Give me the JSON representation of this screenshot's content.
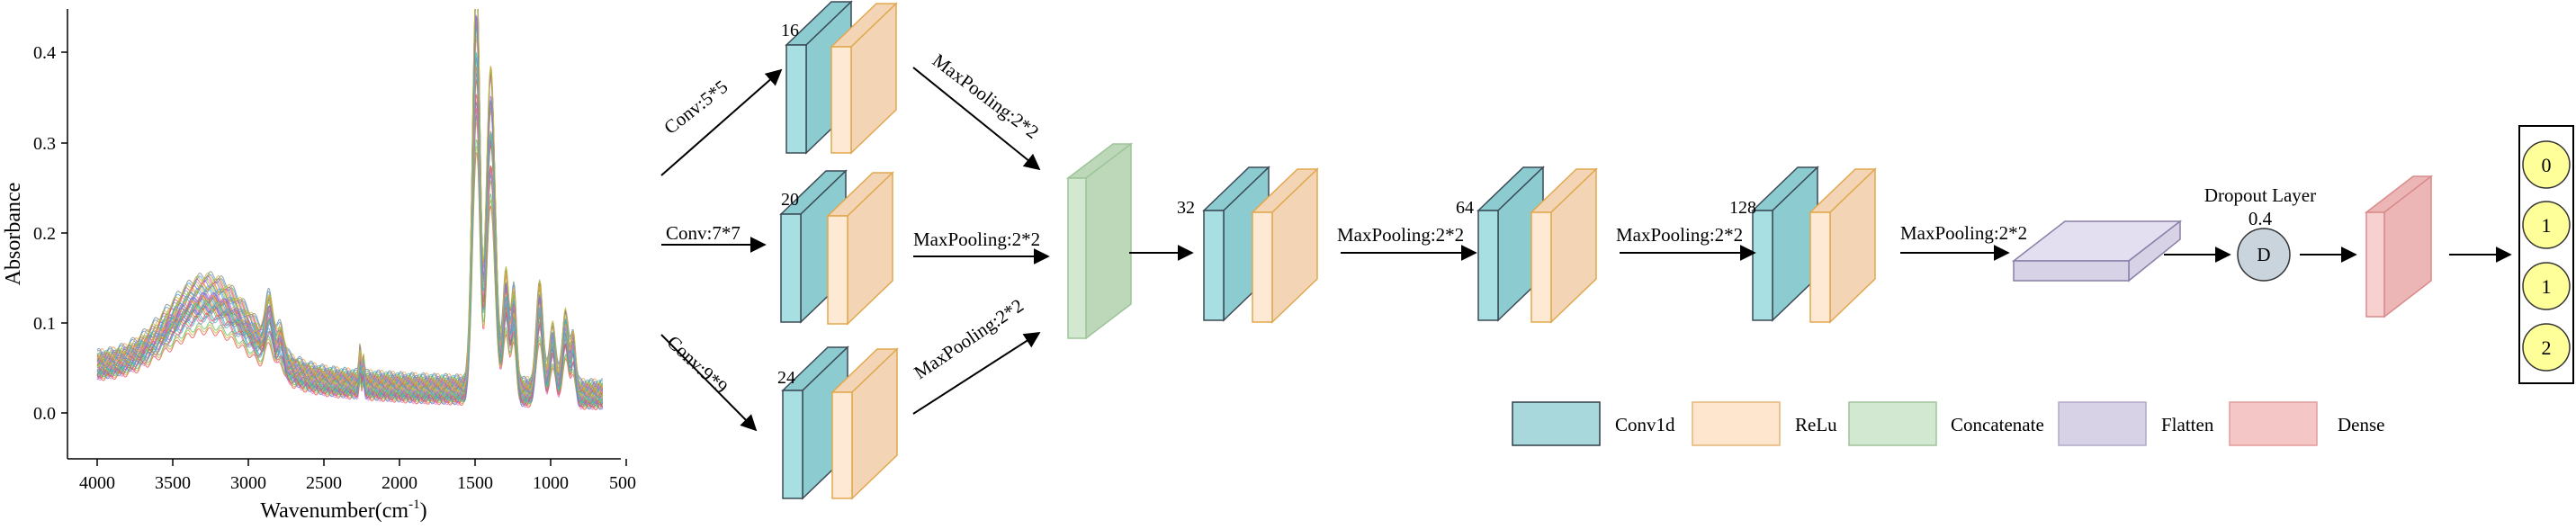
{
  "spectrum": {
    "ylabel": "Absorbance",
    "xlabel_main": "Wavenumber(cm",
    "xlabel_sup": "-1",
    "xlabel_close": ")",
    "xticks": [
      "4000",
      "3500",
      "3000",
      "2500",
      "2000",
      "1500",
      "1000",
      "500"
    ],
    "yticks": [
      "0.0",
      "0.1",
      "0.2",
      "0.3",
      "0.4"
    ]
  },
  "branches": {
    "conv_top": "Conv:5*5",
    "conv_mid": "Conv:7*7",
    "conv_bot": "Conv:9*9",
    "filters_top": "16",
    "filters_mid": "20",
    "filters_bot": "24",
    "pool_top": "MaxPooling:2*2",
    "pool_mid": "MaxPooling:2*2",
    "pool_bot": "MaxPooling:2*2"
  },
  "main": {
    "filters_1": "32",
    "pool_1": "MaxPooling:2*2",
    "filters_2": "64",
    "pool_2": "MaxPooling:2*2",
    "filters_3": "128",
    "pool_3": "MaxPooling:2*2",
    "dropout_title": "Dropout Layer",
    "dropout_rate": "0.4",
    "dropout_symbol": "D"
  },
  "outputs": [
    "0",
    "1",
    "1",
    "2"
  ],
  "legend": [
    {
      "label": "Conv1d",
      "color": "#a8d8dc"
    },
    {
      "label": "ReLu",
      "color": "#fde6cd"
    },
    {
      "label": "Concatenate",
      "color": "#d3e8d0"
    },
    {
      "label": "Flatten",
      "color": "#d8d2e6"
    },
    {
      "label": "Dense",
      "color": "#f5c6c6"
    }
  ],
  "colors": {
    "conv_front": "#a8dfe3",
    "conv_side": "#8ccbd0",
    "conv_edge": "#3b4a55",
    "relu_front": "#fde9d4",
    "relu_side": "#f3d5b5",
    "relu_edge": "#e0a84f",
    "concat_front": "#d3e8d0",
    "concat_side": "#bcd8b8",
    "concat_edge": "#9ec49a",
    "flatten_front": "#d8d2e6",
    "flatten_top": "#e4dff0",
    "flatten_edge": "#8a7fa8",
    "dense_front": "#f7d0d0",
    "dense_side": "#ecb6b6",
    "dense_edge": "#d98a8a",
    "dropout_fill": "#c9d4dd",
    "output_fill": "#ffff99"
  }
}
